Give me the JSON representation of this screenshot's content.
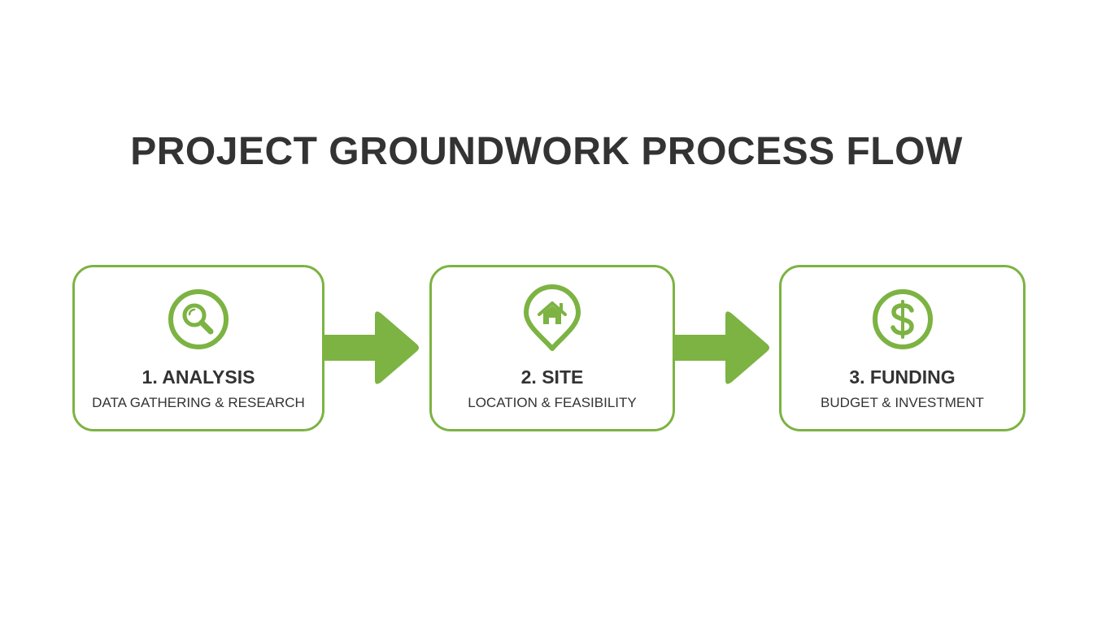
{
  "title": "PROJECT GROUNDWORK PROCESS FLOW",
  "accent_color": "#7cb342",
  "text_color": "#333333",
  "steps": [
    {
      "title": "1. ANALYSIS",
      "subtitle": "DATA GATHERING & RESEARCH",
      "icon": "magnifier-icon"
    },
    {
      "title": "2. SITE",
      "subtitle": "LOCATION & FEASIBILITY",
      "icon": "location-pin-house-icon"
    },
    {
      "title": "3. FUNDING",
      "subtitle": "BUDGET & INVESTMENT",
      "icon": "dollar-coin-icon"
    }
  ]
}
